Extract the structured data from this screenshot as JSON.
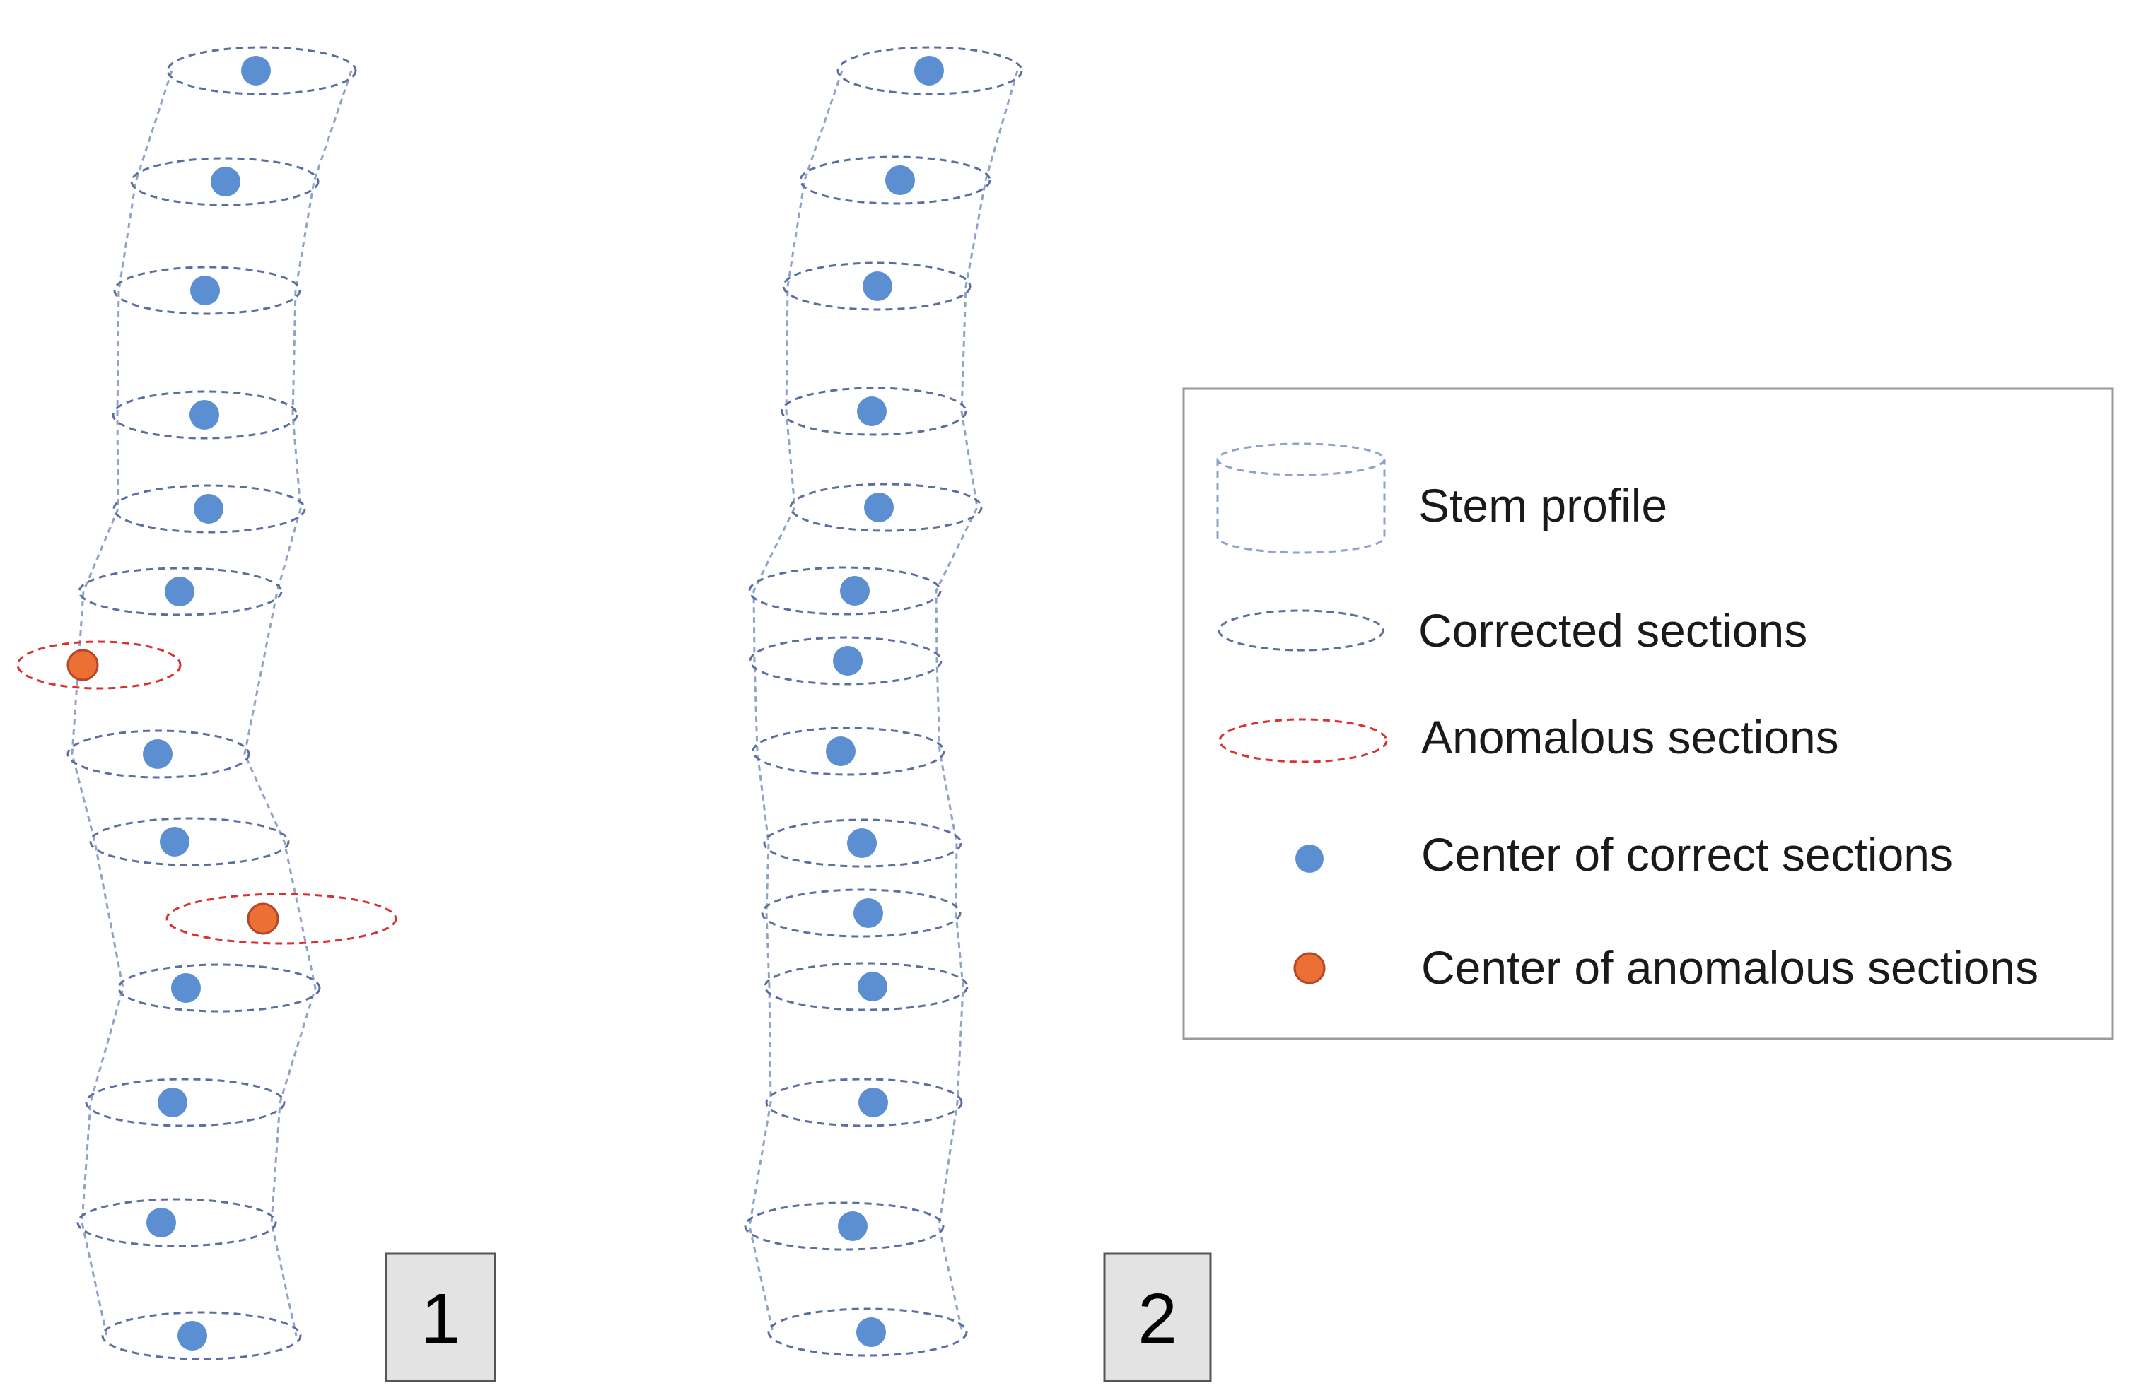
{
  "panels": [
    {
      "label": "1",
      "sections": [
        {
          "status": "corrected"
        },
        {
          "status": "corrected"
        },
        {
          "status": "corrected"
        },
        {
          "status": "corrected"
        },
        {
          "status": "corrected"
        },
        {
          "status": "corrected"
        },
        {
          "status": "anomalous"
        },
        {
          "status": "corrected"
        },
        {
          "status": "corrected"
        },
        {
          "status": "anomalous"
        },
        {
          "status": "corrected"
        },
        {
          "status": "corrected"
        },
        {
          "status": "corrected"
        },
        {
          "status": "corrected"
        }
      ]
    },
    {
      "label": "2",
      "sections": [
        {
          "status": "corrected"
        },
        {
          "status": "corrected"
        },
        {
          "status": "corrected"
        },
        {
          "status": "corrected"
        },
        {
          "status": "corrected"
        },
        {
          "status": "corrected"
        },
        {
          "status": "corrected"
        },
        {
          "status": "corrected"
        },
        {
          "status": "corrected"
        },
        {
          "status": "corrected"
        },
        {
          "status": "corrected"
        },
        {
          "status": "corrected"
        },
        {
          "status": "corrected"
        },
        {
          "status": "corrected"
        }
      ]
    }
  ],
  "legend": {
    "stem_profile": "Stem profile",
    "corrected_sections": "Corrected sections",
    "anomalous_sections": "Anomalous sections",
    "center_correct": "Center of correct sections",
    "center_anomalous": "Center of anomalous sections"
  },
  "colors": {
    "stem_outline": "#8fa3c8",
    "corrected_ring": "#5a6fa0",
    "anomalous_ring": "#d9312f",
    "center_correct": "#5b8fd1",
    "center_anomalous": "#ec7034",
    "center_anomalous_border": "#b3472a"
  }
}
